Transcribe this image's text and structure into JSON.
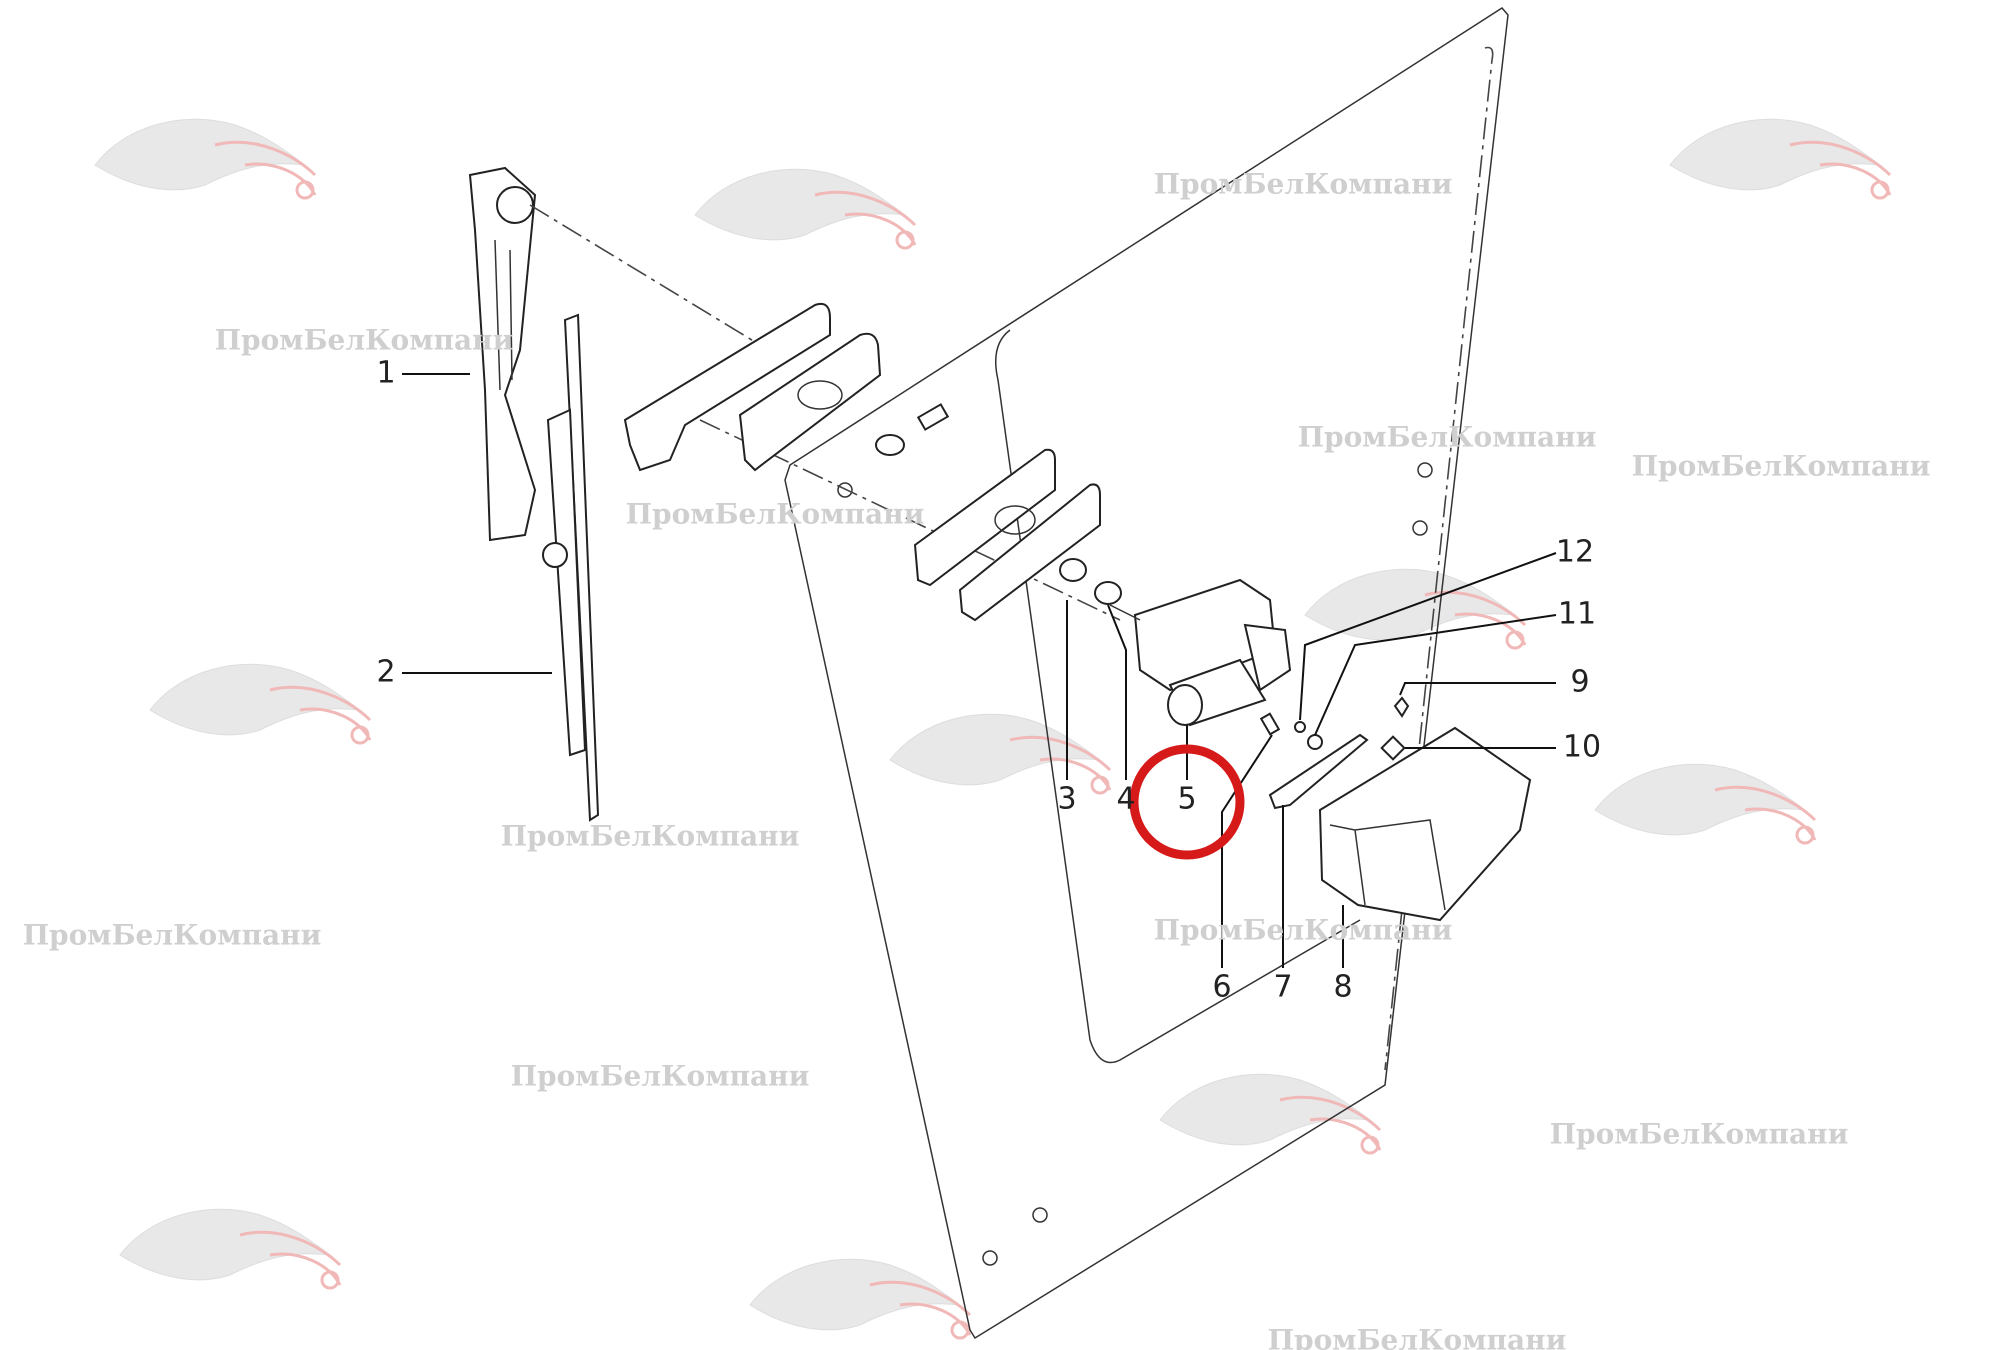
{
  "diagram": {
    "title": "Wiper assembly exploded view",
    "part_labels": [
      "1",
      "2",
      "3",
      "4",
      "5",
      "6",
      "7",
      "8",
      "9",
      "10",
      "11",
      "12"
    ],
    "highlighted_label": "5",
    "highlight_color": "#d61a1a"
  },
  "watermarks": {
    "text": "ПромБелКомпани",
    "items": [
      "ПромБелКомпани",
      "ПромБелКомпани",
      "ПромБелКомпани",
      "ПромБелКомпани",
      "ПромБелКомпани",
      "ПромБелКомпани",
      "ПромБелКомпани",
      "ПромБелКомпани",
      "ПромБелКомпани",
      "ПромБелКомпани",
      "ПромБелКомпани"
    ]
  }
}
